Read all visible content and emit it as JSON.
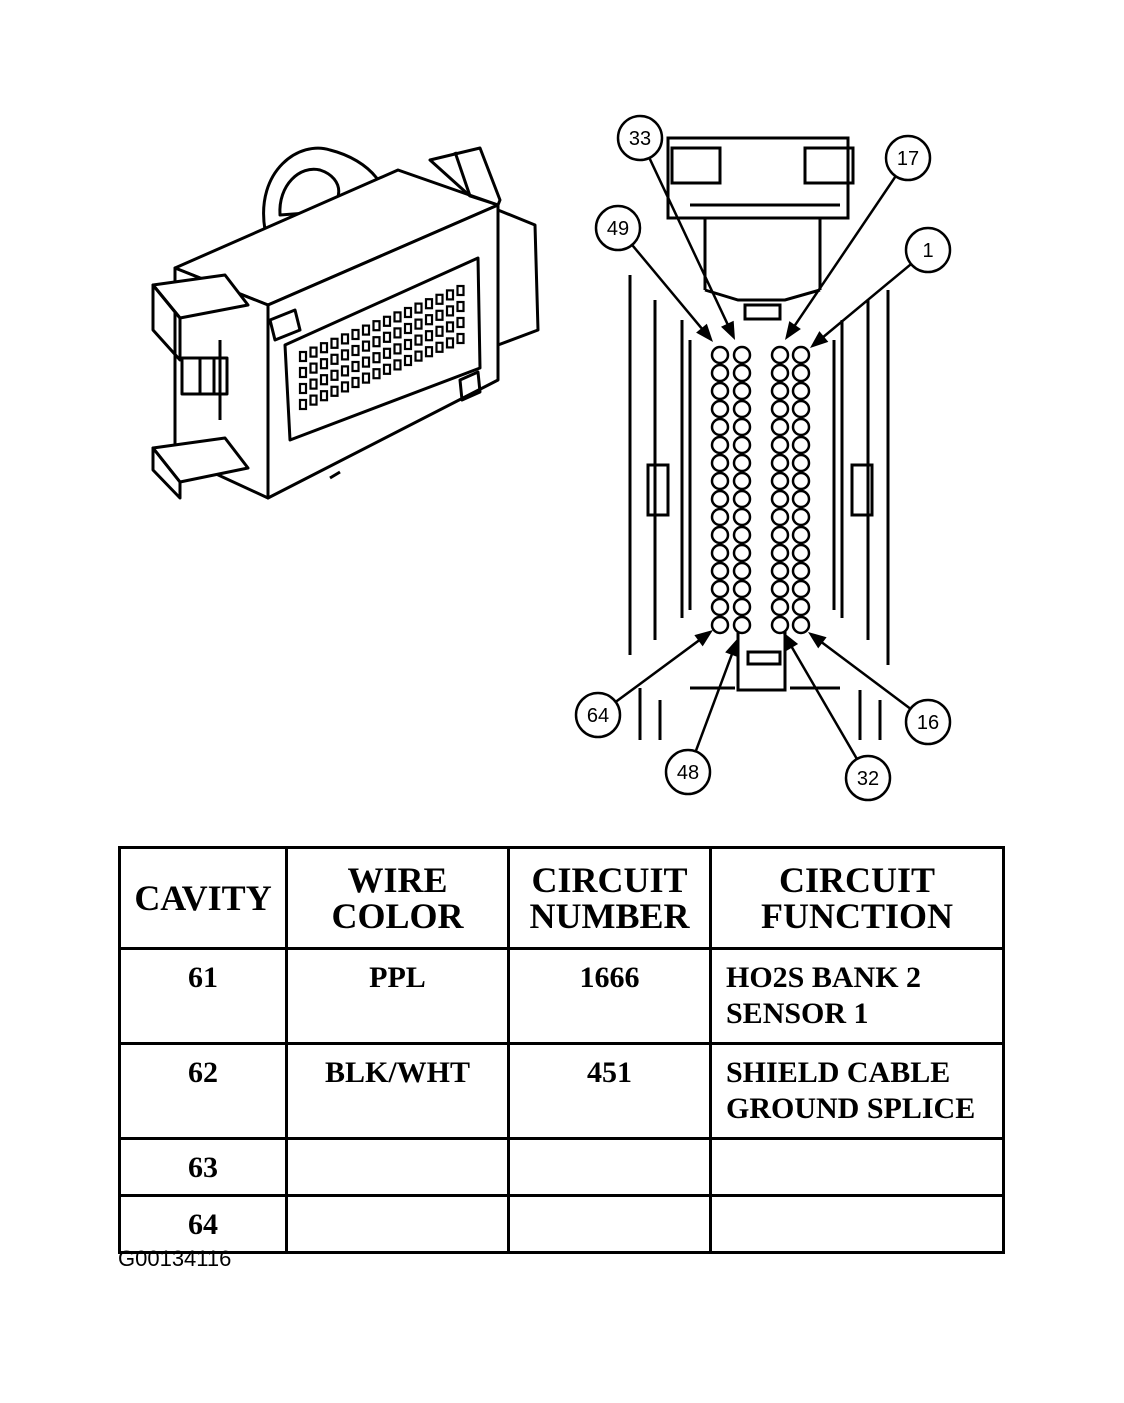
{
  "pin_callouts": [
    "33",
    "17",
    "49",
    "1",
    "64",
    "16",
    "48",
    "32"
  ],
  "table": {
    "headers": [
      "CAVITY",
      "WIRE\nCOLOR",
      "CIRCUIT\nNUMBER",
      "CIRCUIT\nFUNCTION"
    ],
    "rows": [
      {
        "cavity": "61",
        "wire_color": "PPL",
        "circuit_number": "1666",
        "circuit_function": "HO2S BANK 2\nSENSOR 1"
      },
      {
        "cavity": "62",
        "wire_color": "BLK/WHT",
        "circuit_number": "451",
        "circuit_function": "SHIELD CABLE\nGROUND SPLICE"
      },
      {
        "cavity": "63",
        "wire_color": "",
        "circuit_number": "",
        "circuit_function": ""
      },
      {
        "cavity": "64",
        "wire_color": "",
        "circuit_number": "",
        "circuit_function": ""
      }
    ]
  },
  "figure_id": "G00134116"
}
